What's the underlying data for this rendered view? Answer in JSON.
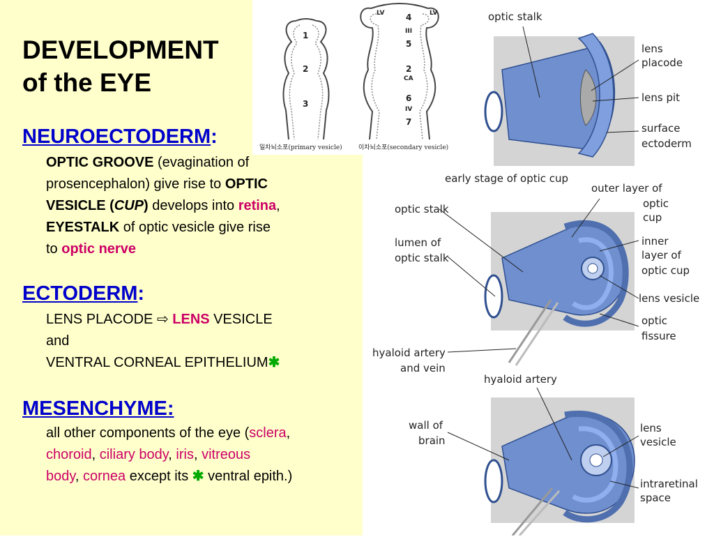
{
  "title": {
    "line1": "DEVELOPMENT",
    "line2": "of the EYE"
  },
  "neuroectoderm": {
    "heading": "NEUROECTODERM",
    "colon": ":",
    "optic_groove": "OPTIC GROOVE",
    "t1": " (evagination of",
    "t2": "prosencephalon) give rise to ",
    "optic": "OPTIC",
    "vesicle": "VESICLE (",
    "cup": "CUP",
    "paren": ")",
    "develops": " develops into ",
    "retina": "retina",
    "comma": ",",
    "eyestalk": "EYESTALK",
    "t3": " of optic vesicle give rise",
    "t4": "to ",
    "optic_nerve": "optic nerve"
  },
  "ectoderm": {
    "heading": "ECTODERM",
    "colon": ":",
    "lens_placode": "LENS PLACODE ",
    "arrow": "⇨",
    "lens": "LENS",
    "vesicle": " VESICLE",
    "and": "and",
    "ventral": "VENTRAL CORNEAL EPITHELIUM",
    "star": "✱"
  },
  "mesenchyme": {
    "heading": "MESENCHYME:",
    "t1": "all other components of the eye (",
    "sclera": "sclera",
    "comma1": ",",
    "choroid": "choroid",
    "comma2": ", ",
    "ciliary": "ciliary body",
    "comma3": ", ",
    "iris": "iris",
    "comma4": ", ",
    "vitreous": "vitreous",
    "body": "body",
    "comma5": ", ",
    "cornea": "cornea",
    "except": " except its ",
    "star": "✱",
    "end": " ventral epith.)"
  },
  "vesicles": {
    "primary": {
      "n1": "1",
      "n2": "2",
      "n3": "3"
    },
    "secondary": {
      "lv_left": "LV",
      "lv_right": "LV",
      "n4": "4",
      "n_iii": "III",
      "n5": "5",
      "n2": "2",
      "ca": "CA",
      "n6": "6",
      "n_iv": "IV",
      "n7": "7"
    },
    "caption_primary": "일차뇌소포(primary vesicle)",
    "caption_secondary": "이차뇌소포(secondary vesicle)"
  },
  "diagram_labels": {
    "d1": {
      "optic_stalk": "optic stalk",
      "lens_placode_1": "lens",
      "lens_placode_2": "placode",
      "lens_pit": "lens pit",
      "surface_1": "surface",
      "surface_2": "ectoderm",
      "caption": "early stage of optic cup"
    },
    "d2": {
      "optic_stalk": "optic stalk",
      "lumen_1": "lumen of",
      "lumen_2": "optic stalk",
      "outer_1": "outer layer of",
      "outer_2": "optic",
      "outer_3": "cup",
      "inner_1": "inner",
      "inner_2": "layer of",
      "inner_3": "optic cup",
      "lens_vesicle": "lens vesicle",
      "fissure_1": "optic",
      "fissure_2": "fissure",
      "hyaloid_1": "hyaloid artery",
      "hyaloid_2": "and vein"
    },
    "d3": {
      "hyaloid": "hyaloid artery",
      "wall_1": "wall of",
      "wall_2": "brain",
      "lens_1": "lens",
      "lens_2": "vesicle",
      "intra_1": "intraretinal",
      "intra_2": "space"
    }
  },
  "colors": {
    "left_bg": "#ffffcc",
    "heading_blue": "#0000cc",
    "magenta": "#cc0066",
    "star_green": "#00aa00",
    "tissue_blue": "#6f8fcf",
    "panel_grey": "#d4d4d4"
  }
}
